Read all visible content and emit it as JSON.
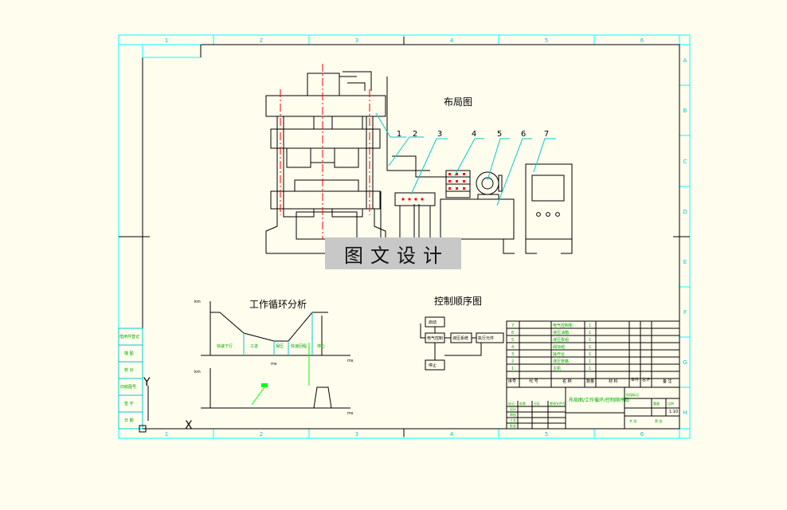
{
  "colors": {
    "background": "#fffdee",
    "frame_cyan": "#00ffff",
    "line_black": "#000000",
    "centerline_red": "#ff0000",
    "label_green": "#00ff00",
    "watermark_bg": "#c8c8c8"
  },
  "frame": {
    "columns": [
      "1",
      "2",
      "3",
      "4",
      "5",
      "6"
    ],
    "rows": [
      "A",
      "B",
      "C",
      "D",
      "E",
      "F",
      "G",
      "H"
    ]
  },
  "layout_view": {
    "title": "布局图",
    "balloons": [
      "1",
      "2",
      "3",
      "4",
      "5",
      "6",
      "7"
    ]
  },
  "cycle_analysis": {
    "title": "工作循环分析",
    "axis_y_top": "km",
    "axis_y_bottom": "km",
    "axis_x_top": "ms",
    "axis_x_bottom": "ms",
    "mid_axis_label": "ms",
    "phase_labels": [
      "快速下行",
      "工进",
      "保压",
      "快速回程",
      "停止"
    ]
  },
  "control_sequence": {
    "title": "控制顺序图",
    "blocks": [
      "启动",
      "电气控制",
      "液压系统",
      "执行元件",
      "停止"
    ]
  },
  "watermark": {
    "text": "图文设计"
  },
  "left_strip": {
    "labels": [
      "借用件登记",
      "描 图",
      "校 对",
      "旧底图号",
      "签 字",
      "日 期"
    ]
  },
  "parts_list": {
    "rows": [
      {
        "no": "7",
        "name": "电气控制柜",
        "qty": "1"
      },
      {
        "no": "6",
        "name": "液压油箱",
        "qty": "1"
      },
      {
        "no": "5",
        "name": "液压泵组",
        "qty": "1"
      },
      {
        "no": "4",
        "name": "阀块组",
        "qty": "1"
      },
      {
        "no": "3",
        "name": "操作台",
        "qty": "1"
      },
      {
        "no": "2",
        "name": "液压管路",
        "qty": "1"
      },
      {
        "no": "1",
        "name": "主机",
        "qty": "1"
      }
    ],
    "headers": [
      "序号",
      "代 号",
      "名 称",
      "数量",
      "材 料",
      "单件",
      "总计",
      "备 注"
    ]
  },
  "title_block": {
    "drawing_title": "布局图/工作循环/控制顺序图",
    "scale": "1:10",
    "row_labels": [
      "标记",
      "处数",
      "分区",
      "更改文件号",
      "签名",
      "年月日"
    ],
    "role_labels": [
      "设计",
      "审核",
      "工艺",
      "批准"
    ],
    "right_labels": [
      "阶段标记",
      "重量",
      "比例",
      "共 张",
      "第 张"
    ]
  },
  "cad_marks": {
    "y_axis": "Y",
    "x_axis": "X"
  }
}
